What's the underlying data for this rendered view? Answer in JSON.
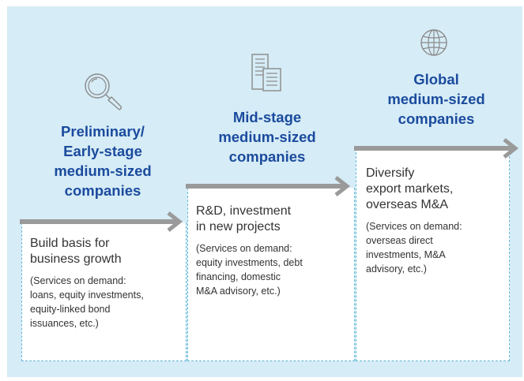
{
  "stages": [
    {
      "title_lines": [
        "Preliminary/",
        "Early-stage",
        "medium-sized",
        "companies"
      ],
      "icon": "magnifier-icon",
      "main_lines": [
        "Build basis for",
        "business growth"
      ],
      "services_lines": [
        "(Services on demand:",
        "loans, equity investments,",
        "equity-linked bond",
        "issuances, etc.)"
      ]
    },
    {
      "title_lines": [
        "Mid-stage",
        "medium-sized",
        "companies"
      ],
      "icon": "building-icon",
      "main_lines": [
        "R&D, investment",
        "in new projects"
      ],
      "services_lines": [
        "(Services on demand:",
        "equity investments, debt",
        "financing, domestic",
        "M&A advisory, etc.)"
      ]
    },
    {
      "title_lines": [
        "Global",
        "medium-sized",
        "companies"
      ],
      "icon": "globe-icon",
      "main_lines": [
        "Diversify",
        "export markets,",
        "overseas M&A"
      ],
      "services_lines": [
        "(Services on demand:",
        "overseas direct",
        "investments, M&A",
        "advisory, etc.)"
      ]
    }
  ],
  "colors": {
    "background": "#d6ecf6",
    "title": "#1b4b9e",
    "arrow": "#9a9a9a",
    "border": "#5fb8d8",
    "icon": "#8a8a8a"
  }
}
